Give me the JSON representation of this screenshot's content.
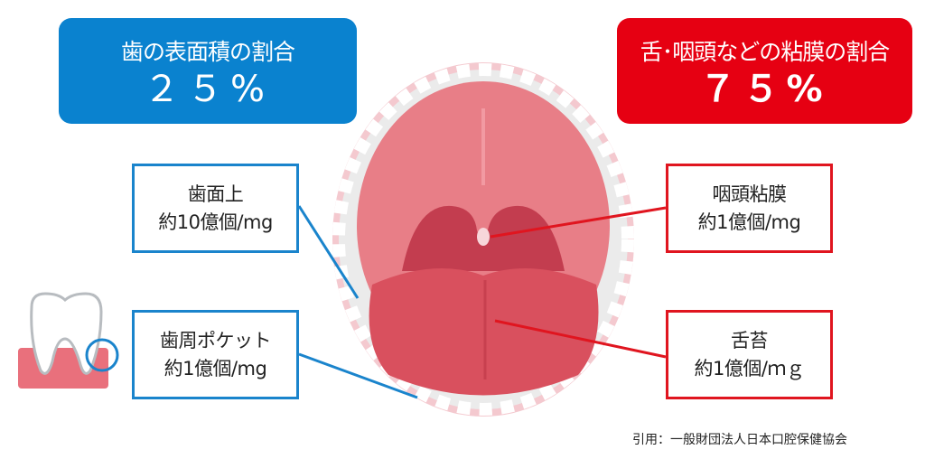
{
  "teeth_banner": {
    "title": "歯の表面積の割合",
    "value": "２５%"
  },
  "mucosa_banner": {
    "title": "舌･咽頭などの粘膜の割合",
    "value": "７５%"
  },
  "labels": [
    {
      "title": "歯面上",
      "value": "約10億個/mg"
    },
    {
      "title": "歯周ポケット",
      "value": "約1億個/mg"
    },
    {
      "title": "咽頭粘膜",
      "value": "約1億個/mg"
    },
    {
      "title": "舌苔",
      "value": "約1億個/ｍｇ"
    }
  ],
  "citation": "引用：一般財団法人日本口腔保健協会",
  "colors": {
    "blue": "#0a82cf",
    "red": "#e60012"
  }
}
